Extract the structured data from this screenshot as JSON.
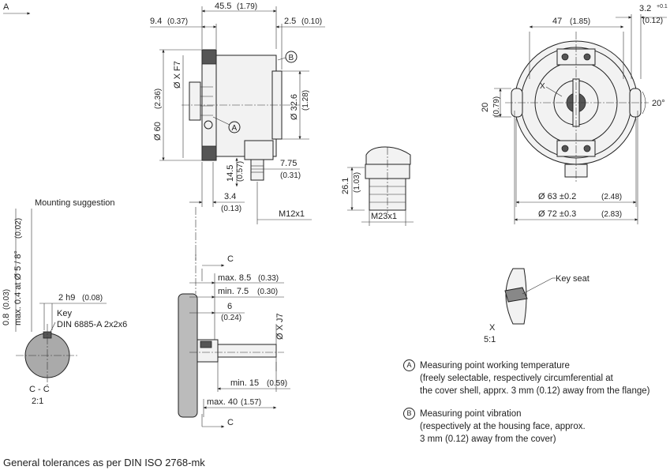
{
  "sheet_label": "A",
  "top_dims": {
    "overall": "45.5",
    "overall_in": "(1.79)",
    "left": "9.4",
    "left_in": "(0.37)",
    "right": "2.5",
    "right_in": "(0.10)"
  },
  "side_dims": {
    "dia60": "Ø 60",
    "dia60_in": "(2.36)",
    "fit": "Ø X F7",
    "dia326": "Ø 32.6",
    "dia326_in": "(1.28)",
    "d775": "7.75",
    "d775_in": "(0.31)",
    "d145": "14.5",
    "d145_in": "(0.57)",
    "d34": "3.4",
    "d34_in": "(0.13)",
    "m12": "M12x1"
  },
  "callouts": {
    "a": "A",
    "b": "B"
  },
  "connector_dims": {
    "d261": "26.1",
    "d261_in": "(1.03)",
    "m23": "M23x1"
  },
  "front_dims": {
    "w47": "47",
    "w47_in": "(1.85)",
    "d32": "3.2",
    "d32_tol": "+0.1",
    "d32_in": "(0.12)",
    "h20": "20",
    "h20_in": "(0.79)",
    "ang": "20°",
    "dia63": "Ø 63 ±0.2",
    "dia63_in": "(2.48)",
    "dia72": "Ø 72 ±0.3",
    "dia72_in": "(2.83)",
    "x_label": "X"
  },
  "mounting": {
    "title": "Mounting suggestion",
    "max04": "max. 0.4 at Ø 5 / 8°",
    "max04_in": "(0.02)",
    "d08": "0.8",
    "d08_in": "(0.03)",
    "h9": "2 h9",
    "h9_in": "(0.08)",
    "key": "Key",
    "din": "DIN 6885-A 2x2x6",
    "section": "C - C",
    "scale": "2:1"
  },
  "shaft": {
    "c_top": "C",
    "c_bottom": "C",
    "max85": "max. 8.5",
    "max85_in": "(0.33)",
    "min75": "min. 7.5",
    "min75_in": "(0.30)",
    "d6": "6",
    "d6_in": "(0.24)",
    "dxj7": "Ø X J7",
    "min15": "min. 15",
    "min15_in": "(0.59)",
    "max40": "max. 40",
    "max40_in": "(1.57)"
  },
  "detail": {
    "keyseat": "Key seat",
    "label": "X",
    "scale": "5:1"
  },
  "notes": {
    "a_mark": "A",
    "a_title": "Measuring point working temperature",
    "a_l1": "(freely selectable, respectively circumferential at",
    "a_l2": "the cover shell, apprx. 3 mm (0.12) away from the flange)",
    "b_mark": "B",
    "b_title": "Measuring point vibration",
    "b_l1": "(respectively at the housing face, approx.",
    "b_l2": "3 mm (0.12) away from the cover)"
  },
  "footer": "General tolerances as per DIN ISO 2768-mk"
}
